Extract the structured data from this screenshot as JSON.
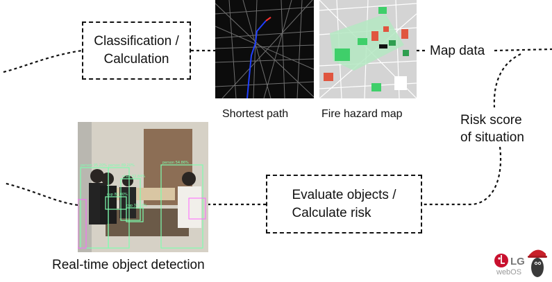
{
  "nodes": {
    "classification": {
      "line1": "Classification /",
      "line2": "Calculation"
    },
    "evaluate": {
      "line1": "Evaluate objects /",
      "line2": "Calculate risk"
    }
  },
  "labels": {
    "shortest_path": "Shortest path",
    "fire_hazard_map": "Fire hazard map",
    "map_data": "Map data",
    "risk_score_line1": "Risk score",
    "risk_score_line2": "of situation",
    "realtime_detection": "Real-time object detection"
  },
  "detection_labels": {
    "person_1": "person 95.20%",
    "person_2": "person 89.20%",
    "person_3": "person 54.86%",
    "chair": "chair 52.84%",
    "cup_1": "cup 80.00%",
    "cup_2": "cup 33.16%"
  },
  "logo": {
    "brand": "LG",
    "product": "webOS"
  },
  "colors": {
    "line": "#111111",
    "map_dark": "#0c0c0c",
    "map_light": "#d4d4d4",
    "hazard_green": "#3fcf6a",
    "hazard_red": "#e0553f",
    "path_blue": "#2040ff",
    "detect_box": "#7fffb0",
    "lg_red": "#c8102e"
  }
}
